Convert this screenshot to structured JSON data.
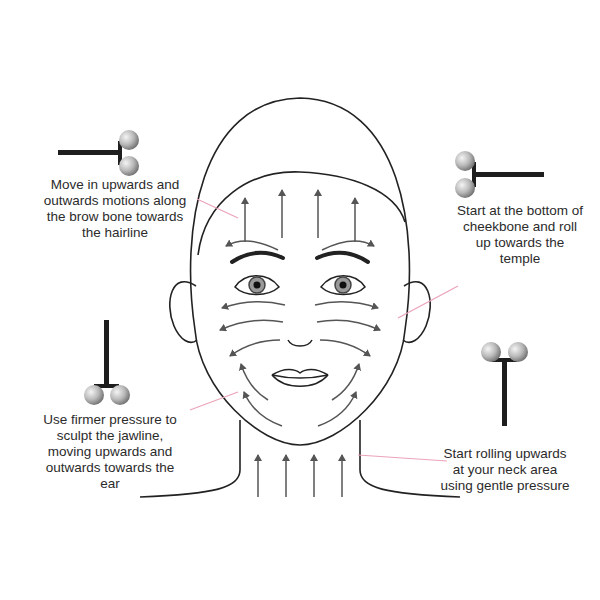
{
  "diagram": {
    "labels": [
      "Move in upwards and outwards motions along the brow bone towards the hairline",
      "Start at the bottom of cheekbone and roll up towards the temple",
      "Use firmer pressure to sculpt the jawline, moving upwards and outwards towards the ear",
      "Start rolling upwards at your neck area using gentle pressure"
    ]
  }
}
